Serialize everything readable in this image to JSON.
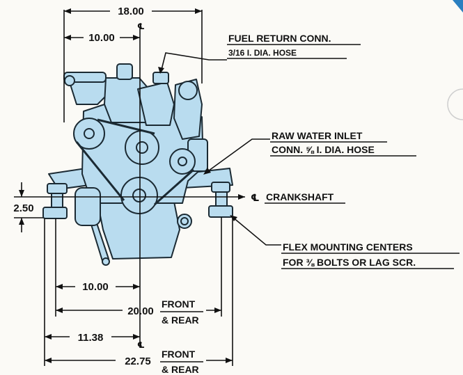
{
  "dimensions": {
    "overall_width": "18.00",
    "half_width": "10.00",
    "mount_height": "2.50",
    "center_to_front_mount": "10.00",
    "front_rear_span_a": "20.00",
    "front_rear_a_line1": "FRONT",
    "front_rear_a_line2": "& REAR",
    "center_to_mount_outer": "11.38",
    "front_rear_span_b": "22.75",
    "front_rear_b_line1": "FRONT",
    "front_rear_b_line2": "& REAR"
  },
  "callouts": {
    "fuel_return_line1": "FUEL RETURN CONN.",
    "fuel_return_line2": "3/16 I. DIA. HOSE",
    "raw_water_line1": "RAW WATER INLET",
    "raw_water_line2": "CONN. ⅝ I. DIA. HOSE",
    "crankshaft": "CRANKSHAFT",
    "flex_mount_line1": "FLEX MOUNTING CENTERS",
    "flex_mount_line2": "FOR ⅜ BOLTS OR LAG SCR."
  },
  "symbols": {
    "centerline": "℄"
  },
  "colors": {
    "engine_fill": "#b9dcef",
    "engine_stroke": "#1b2a33",
    "line": "#111111",
    "background": "#fbfaf6"
  }
}
